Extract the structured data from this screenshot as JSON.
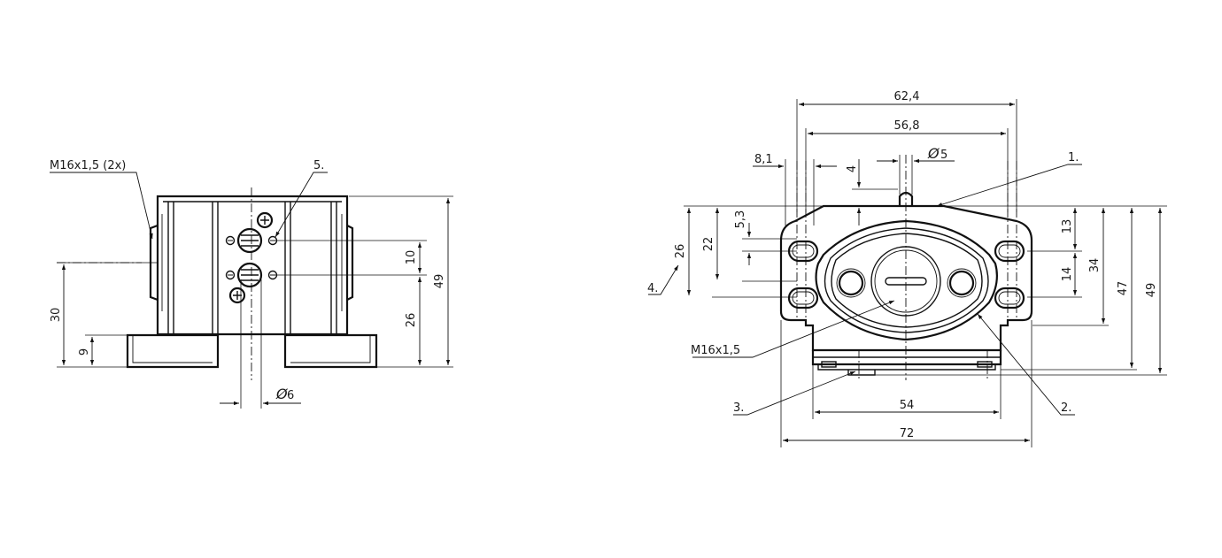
{
  "left_view": {
    "thread_label": "M16x1,5 (2x)",
    "item_5": "5.",
    "dim_30": "30",
    "dim_9": "9",
    "dim_10": "10",
    "dim_26": "26",
    "dim_49": "49",
    "dim_dia6": "6"
  },
  "right_view": {
    "dim_62_4": "62,4",
    "dim_56_8": "56,8",
    "dim_8_1": "8,1",
    "dim_4": "4",
    "dim_dia5": "5",
    "item_1": "1.",
    "dim_5_3": "5,3",
    "dim_22": "22",
    "dim_26": "26",
    "item_4": "4.",
    "dim_13": "13",
    "dim_14": "14",
    "dim_34": "34",
    "dim_47": "47",
    "dim_49": "49",
    "thread_label": "M16x1,5",
    "item_3": "3.",
    "item_2": "2.",
    "dim_54": "54",
    "dim_72": "72"
  },
  "symbols": {
    "diameter": "Ø"
  }
}
